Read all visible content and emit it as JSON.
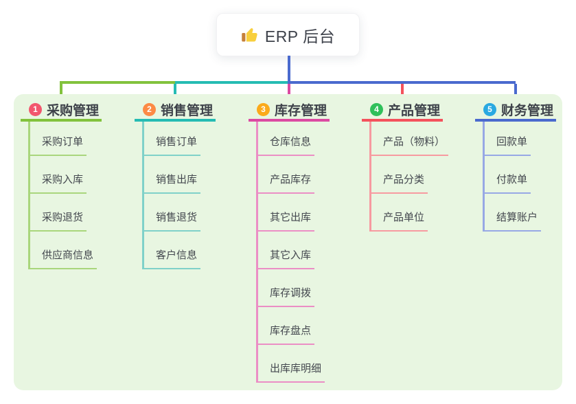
{
  "root": {
    "label": "ERP 后台",
    "icon": "thumbs-up-icon"
  },
  "connector_color": "#4a6ace",
  "panel_background": "#e8f6e1",
  "branches": [
    {
      "number": "1",
      "label": "采购管理",
      "badge_color": "#f2566d",
      "line_color": "#82c23d",
      "child_line_color": "#a9d67c",
      "children": [
        "采购订单",
        "采购入库",
        "采购退货",
        "供应商信息"
      ]
    },
    {
      "number": "2",
      "label": "销售管理",
      "badge_color": "#fc8a45",
      "line_color": "#25bcb3",
      "child_line_color": "#7fd1c9",
      "children": [
        "销售订单",
        "销售出库",
        "销售退货",
        "客户信息"
      ]
    },
    {
      "number": "3",
      "label": "库存管理",
      "badge_color": "#fbaa1b",
      "line_color": "#dc4aa2",
      "child_line_color": "#eb8ec5",
      "children": [
        "仓库信息",
        "产品库存",
        "其它出库",
        "其它入库",
        "库存调拨",
        "库存盘点",
        "出库库明细"
      ]
    },
    {
      "number": "4",
      "label": "产品管理",
      "badge_color": "#2fc05a",
      "line_color": "#f4525c",
      "child_line_color": "#f79aa0",
      "children": [
        "产品（物料）",
        "产品分类",
        "产品单位"
      ]
    },
    {
      "number": "5",
      "label": "财务管理",
      "badge_color": "#29a9e1",
      "line_color": "#4a6ace",
      "child_line_color": "#97a8e5",
      "children": [
        "回款单",
        "付款单",
        "结算账户"
      ]
    }
  ]
}
